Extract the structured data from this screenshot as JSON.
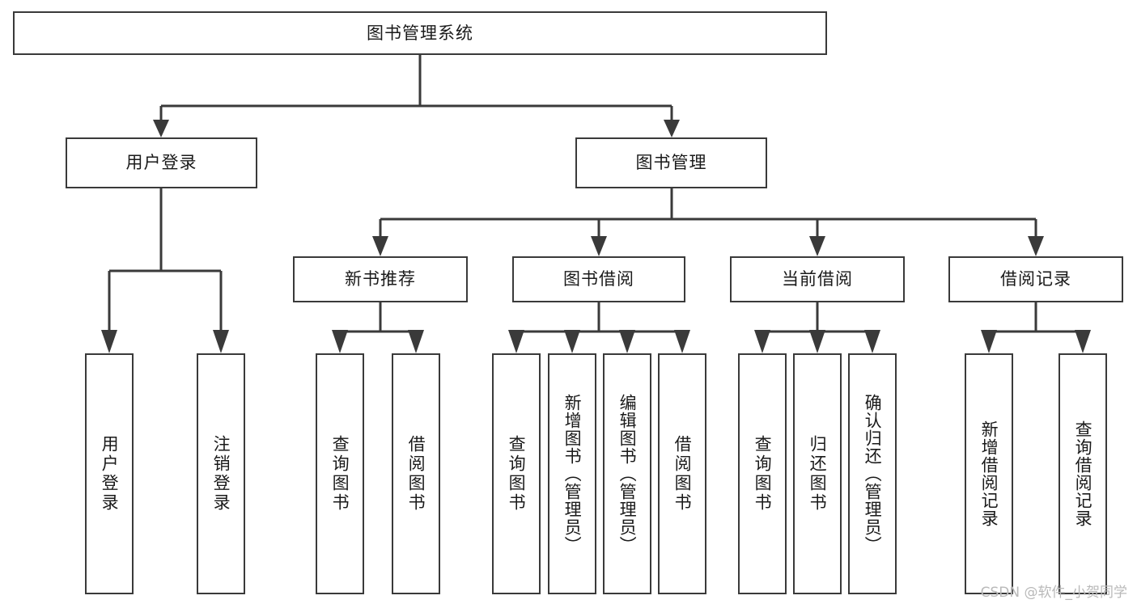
{
  "diagram": {
    "type": "tree",
    "title": "图书管理系统",
    "watermark": "CSDN @软件_小贺同学",
    "colors": {
      "stroke": "#3a3a3a",
      "node_fill": "#ffffff",
      "text": "#1a1a1a",
      "watermark": "#b9b9b9",
      "background": "#ffffff"
    },
    "levels": {
      "root": {
        "label": "图书管理系统"
      },
      "level2": [
        {
          "label": "用户登录"
        },
        {
          "label": "图书管理"
        }
      ],
      "level3": [
        {
          "label": "新书推荐"
        },
        {
          "label": "图书借阅"
        },
        {
          "label": "当前借阅"
        },
        {
          "label": "借阅记录"
        }
      ],
      "leaves": {
        "user_login": [
          {
            "label": "用户登录"
          },
          {
            "label": "注销登录"
          }
        ],
        "new_book_recommend": [
          {
            "label": "查询图书"
          },
          {
            "label": "借阅图书"
          }
        ],
        "book_borrow": [
          {
            "label": "查询图书"
          },
          {
            "label": "新增图书（管理员）"
          },
          {
            "label": "编辑图书（管理员）"
          },
          {
            "label": "借阅图书"
          }
        ],
        "current_borrow": [
          {
            "label": "查询图书"
          },
          {
            "label": "归还图书"
          },
          {
            "label": "确认归还（管理员）"
          }
        ],
        "borrow_record": [
          {
            "label": "新增借阅记录"
          },
          {
            "label": "查询借阅记录"
          }
        ]
      }
    }
  }
}
